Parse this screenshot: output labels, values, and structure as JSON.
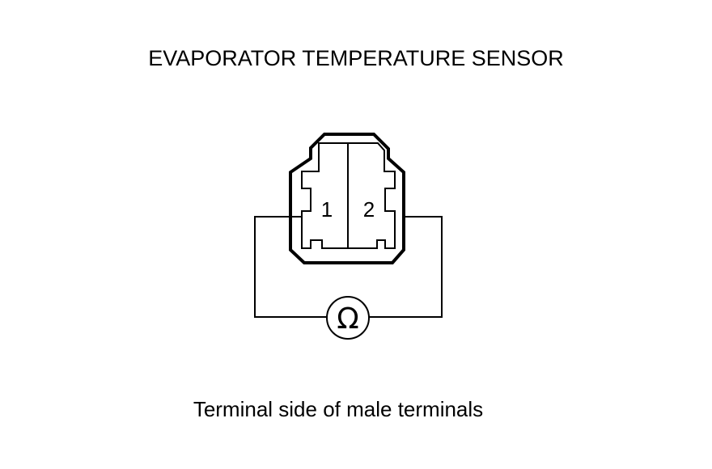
{
  "diagram": {
    "title": "EVAPORATOR TEMPERATURE SENSOR",
    "caption": "Terminal side of male terminals",
    "connector": {
      "pins": [
        {
          "label": "1"
        },
        {
          "label": "2"
        }
      ]
    },
    "meter": {
      "symbol": "Ω",
      "icon": "ohmmeter-icon"
    }
  }
}
